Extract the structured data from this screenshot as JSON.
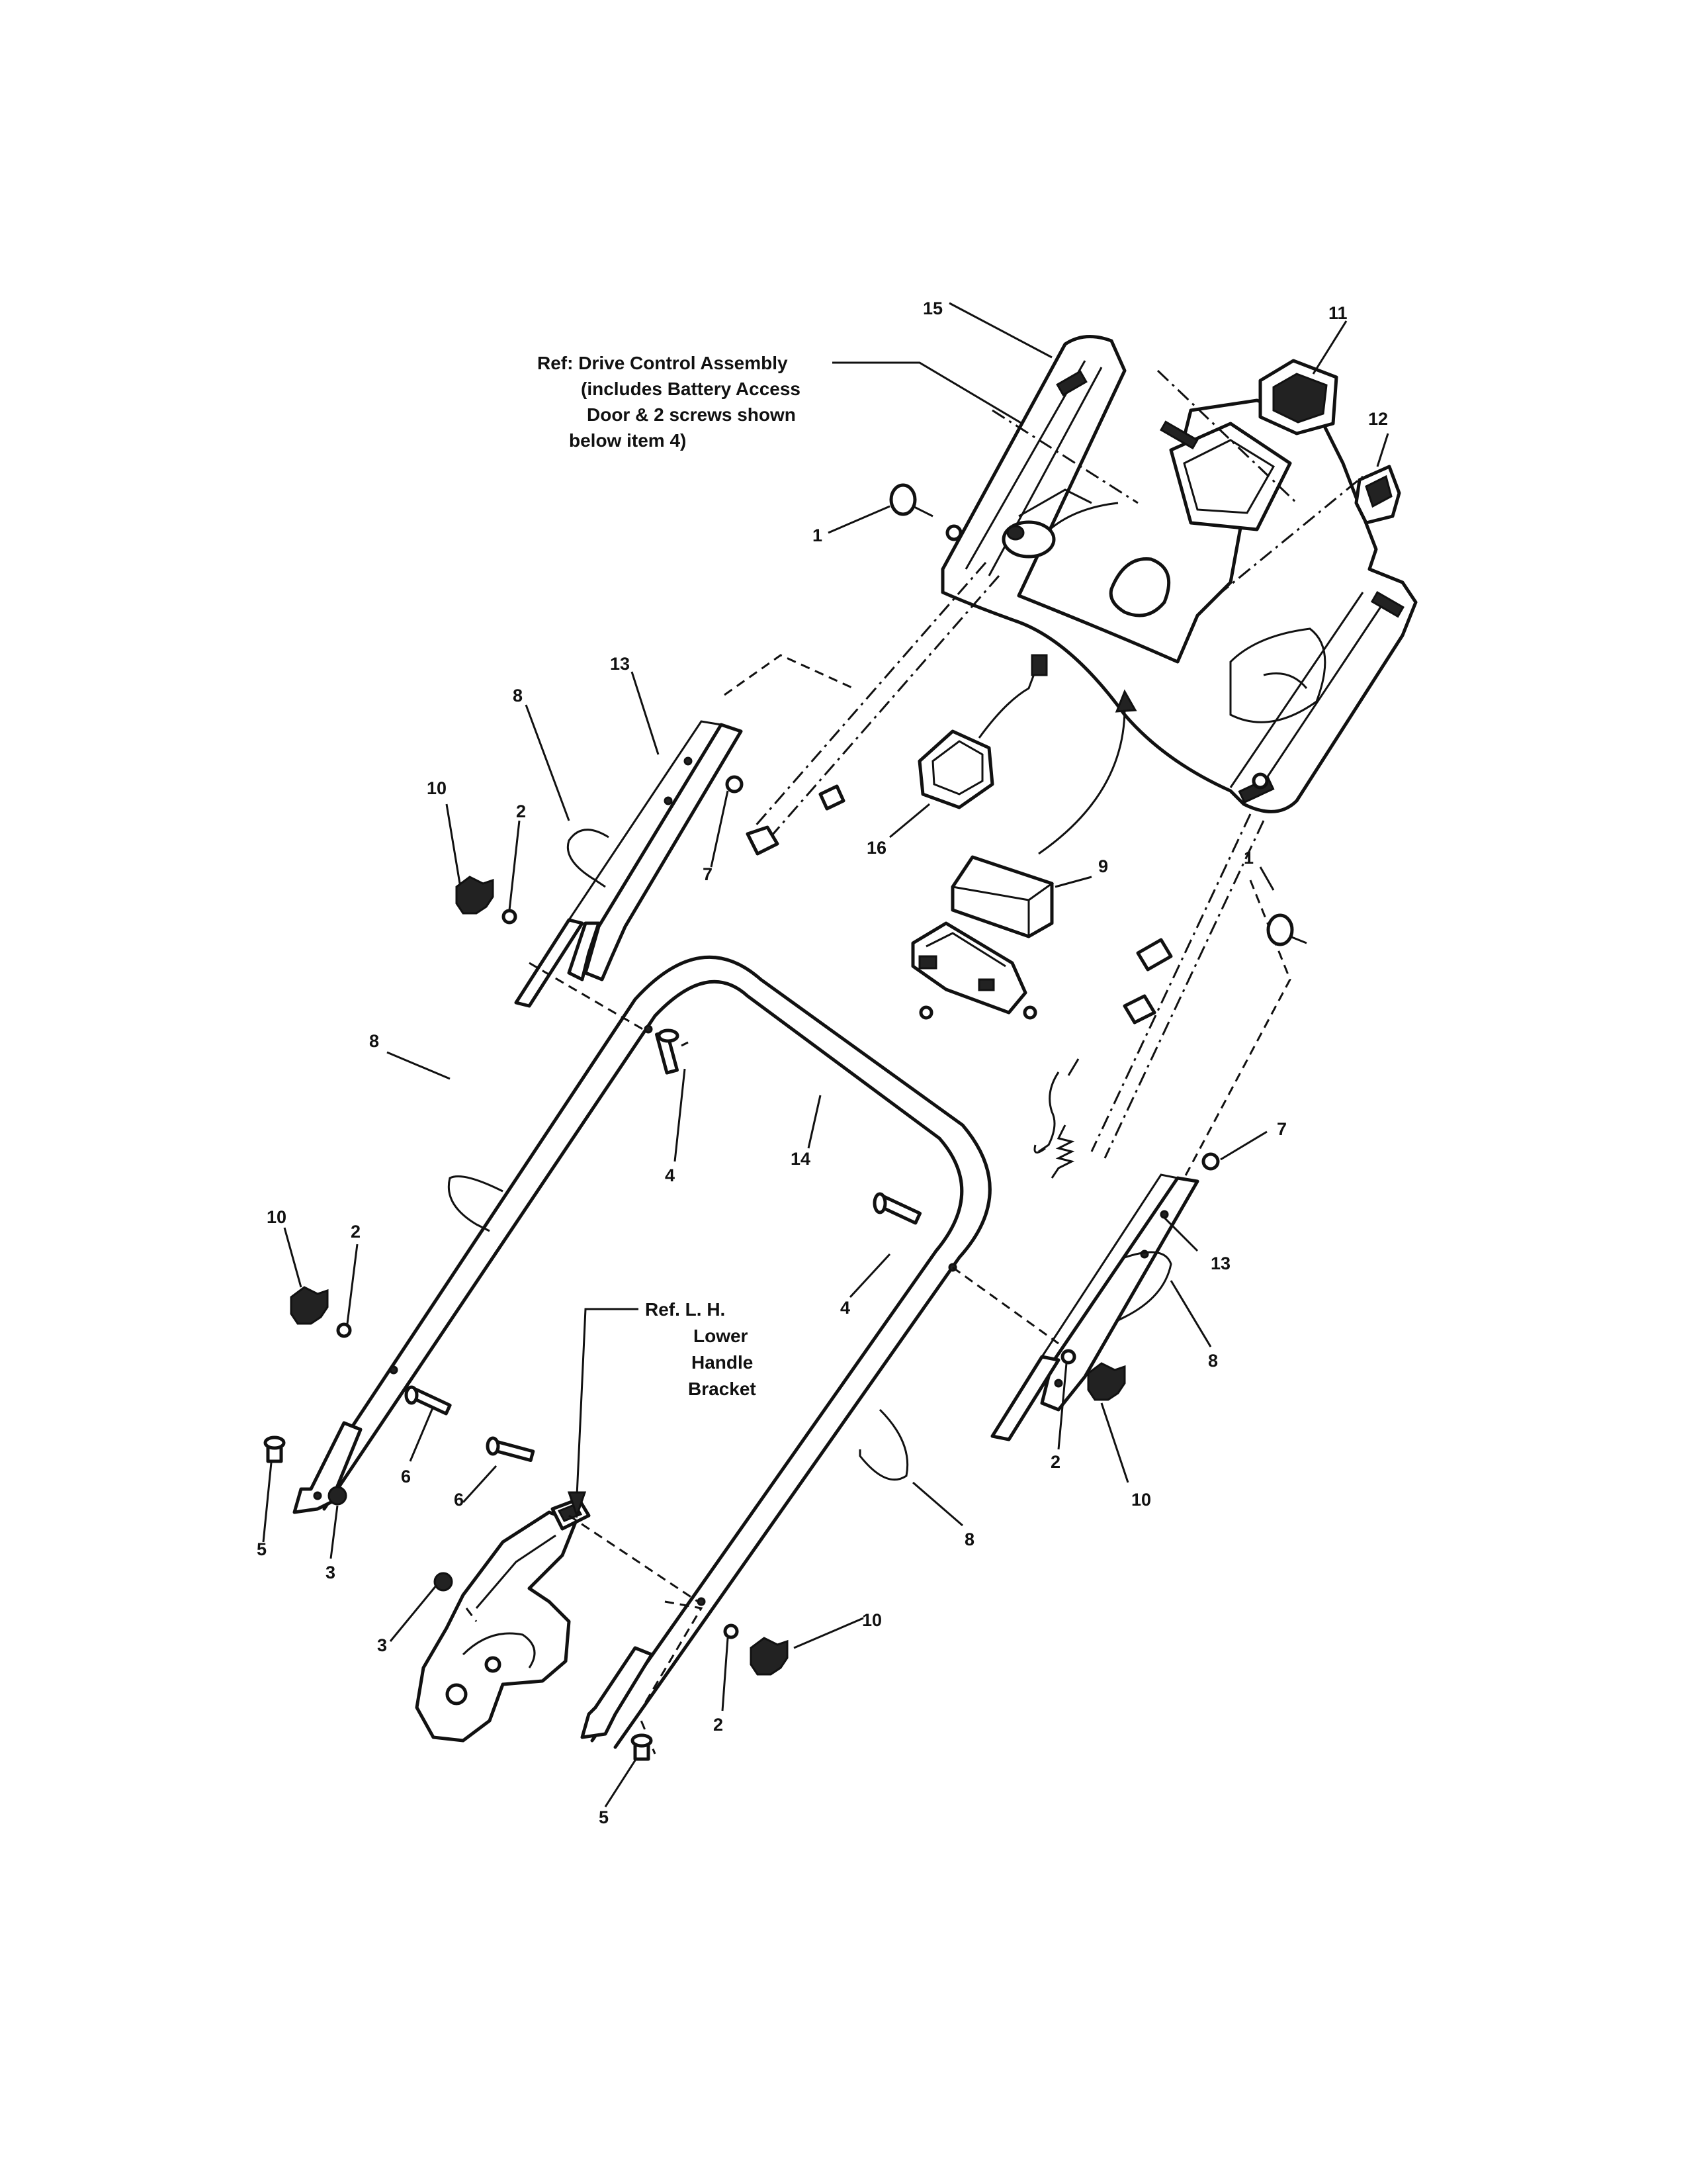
{
  "diagram": {
    "notes": {
      "drive_control": {
        "line1": "Ref: Drive Control Assembly",
        "line2": "(includes Battery Access",
        "line3": "Door & 2 screws shown",
        "line4": "below item 4)"
      },
      "lower_bracket": {
        "line1": "Ref. L. H.",
        "line2": "Lower",
        "line3": "Handle",
        "line4": "Bracket"
      }
    },
    "callouts": {
      "c1a": "1",
      "c1b": "1",
      "c2a": "2",
      "c2b": "2",
      "c2c": "2",
      "c2d": "2",
      "c3a": "3",
      "c3b": "3",
      "c4a": "4",
      "c4b": "4",
      "c5a": "5",
      "c5b": "5",
      "c6a": "6",
      "c6b": "6",
      "c7a": "7",
      "c7b": "7",
      "c8a": "8",
      "c8b": "8",
      "c8c": "8",
      "c8d": "8",
      "c9": "9",
      "c10a": "10",
      "c10b": "10",
      "c10c": "10",
      "c10d": "10",
      "c11": "11",
      "c12": "12",
      "c13a": "13",
      "c13b": "13",
      "c14": "14",
      "c15": "15",
      "c16": "16"
    }
  }
}
